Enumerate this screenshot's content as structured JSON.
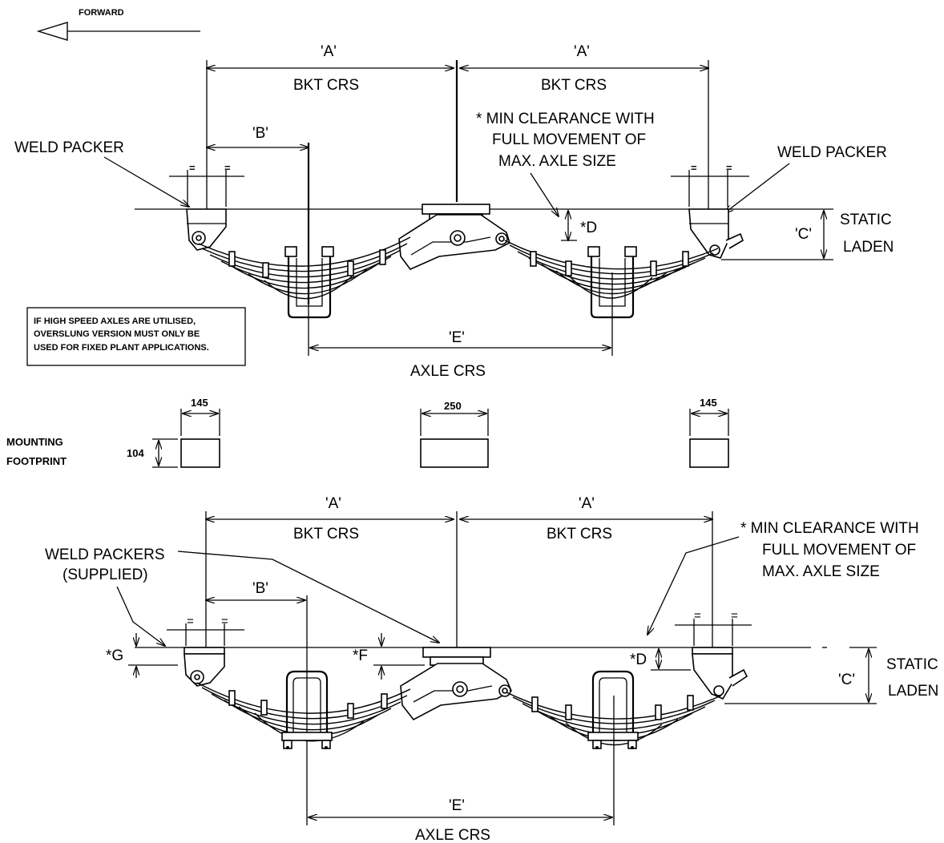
{
  "forward_label": "FORWARD",
  "top": {
    "dim_a_1": "'A'",
    "dim_a_2": "'A'",
    "bkt_crs_1": "BKT CRS",
    "bkt_crs_2": "BKT CRS",
    "dim_b": "'B'",
    "weld_packer_left": "WELD PACKER",
    "weld_packer_right": "WELD PACKER",
    "equal_marks": [
      "=",
      "=",
      "=",
      "="
    ],
    "min_clearance": [
      "* MIN CLEARANCE WITH",
      "FULL MOVEMENT OF",
      "MAX. AXLE SIZE"
    ],
    "dim_d": "*D",
    "dim_c": "'C'",
    "static": "STATIC",
    "laden": "LADEN",
    "dim_e": "'E'",
    "axle_crs": "AXLE CRS",
    "note": [
      "IF HIGH SPEED AXLES ARE UTILISED,",
      "OVERSLUNG VERSION MUST ONLY BE",
      "USED FOR FIXED PLANT APPLICATIONS."
    ]
  },
  "footprint": {
    "label": [
      "MOUNTING",
      "FOOTPRINT"
    ],
    "height": "104",
    "width_left": "145",
    "width_mid": "250",
    "width_right": "145"
  },
  "bottom": {
    "dim_a_1": "'A'",
    "dim_a_2": "'A'",
    "bkt_crs_1": "BKT CRS",
    "bkt_crs_2": "BKT CRS",
    "dim_b": "'B'",
    "weld_packers": [
      "WELD PACKERS",
      "(SUPPLIED)"
    ],
    "equal_marks": [
      "=",
      "=",
      "=",
      "="
    ],
    "min_clearance": [
      "* MIN CLEARANCE WITH",
      "FULL MOVEMENT OF",
      "MAX. AXLE SIZE"
    ],
    "dim_g": "*G",
    "dim_f": "*F",
    "dim_d": "*D",
    "dim_c": "'C'",
    "static": "STATIC",
    "laden": "LADEN",
    "dim_e": "'E'",
    "axle_crs": "AXLE CRS"
  }
}
